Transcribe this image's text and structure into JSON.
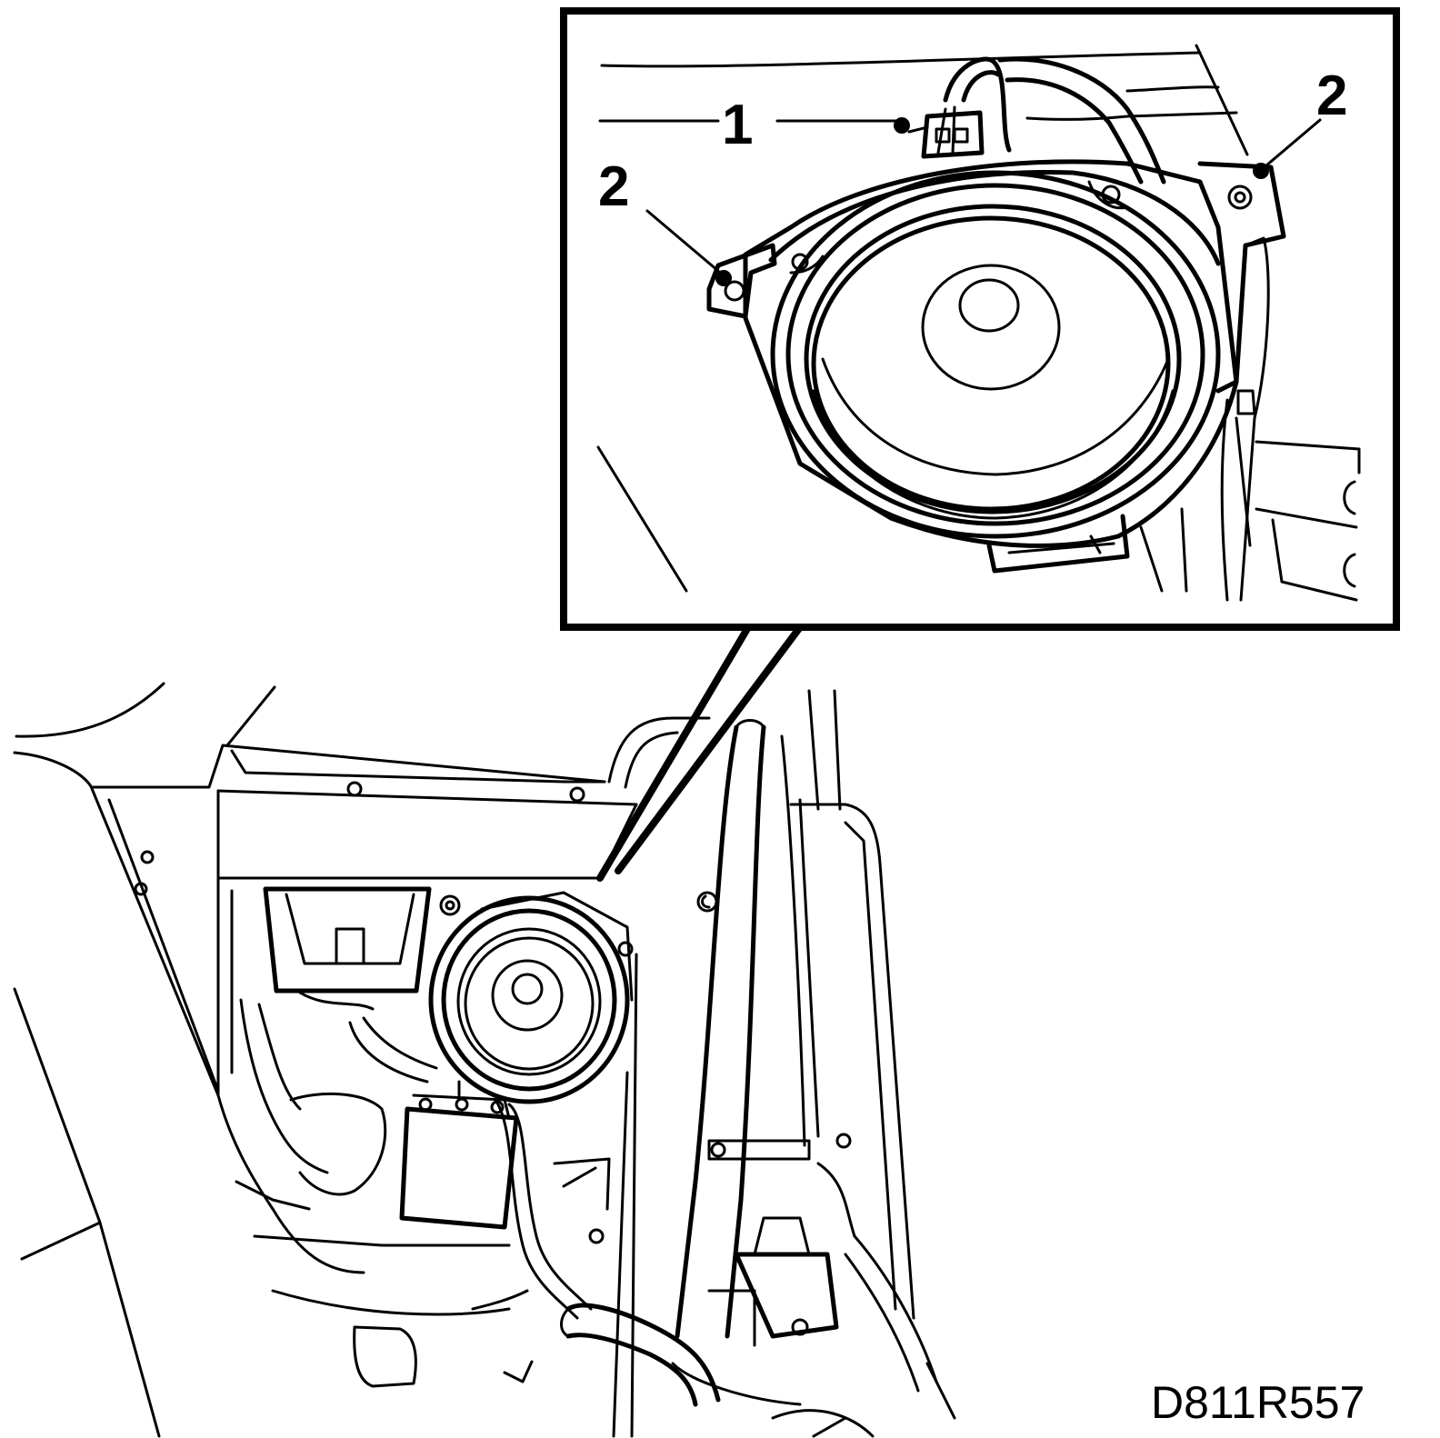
{
  "figure": {
    "code": "D811R557",
    "callouts": {
      "connector": "1",
      "screw_left": "2",
      "screw_right": "2"
    }
  }
}
